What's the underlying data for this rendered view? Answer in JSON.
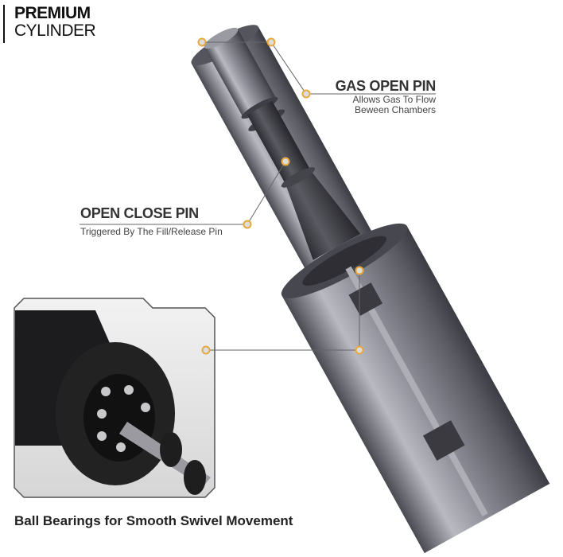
{
  "title": {
    "line1": "PREMIUM",
    "line2": "CYLINDER"
  },
  "callouts": [
    {
      "heading": "GAS OPEN PIN",
      "sub1": "Allows Gas To Flow",
      "sub2": "Beween Chambers"
    },
    {
      "heading": "OPEN CLOSE PIN",
      "sub1": "Triggered By The Fill/Release Pin"
    }
  ],
  "inset_caption": "Ball Bearings for Smooth Swivel Movement",
  "colors": {
    "dot": "#e8a93a",
    "line": "#666666",
    "metal": "#8a8a93",
    "dark": "#3a3a40"
  }
}
